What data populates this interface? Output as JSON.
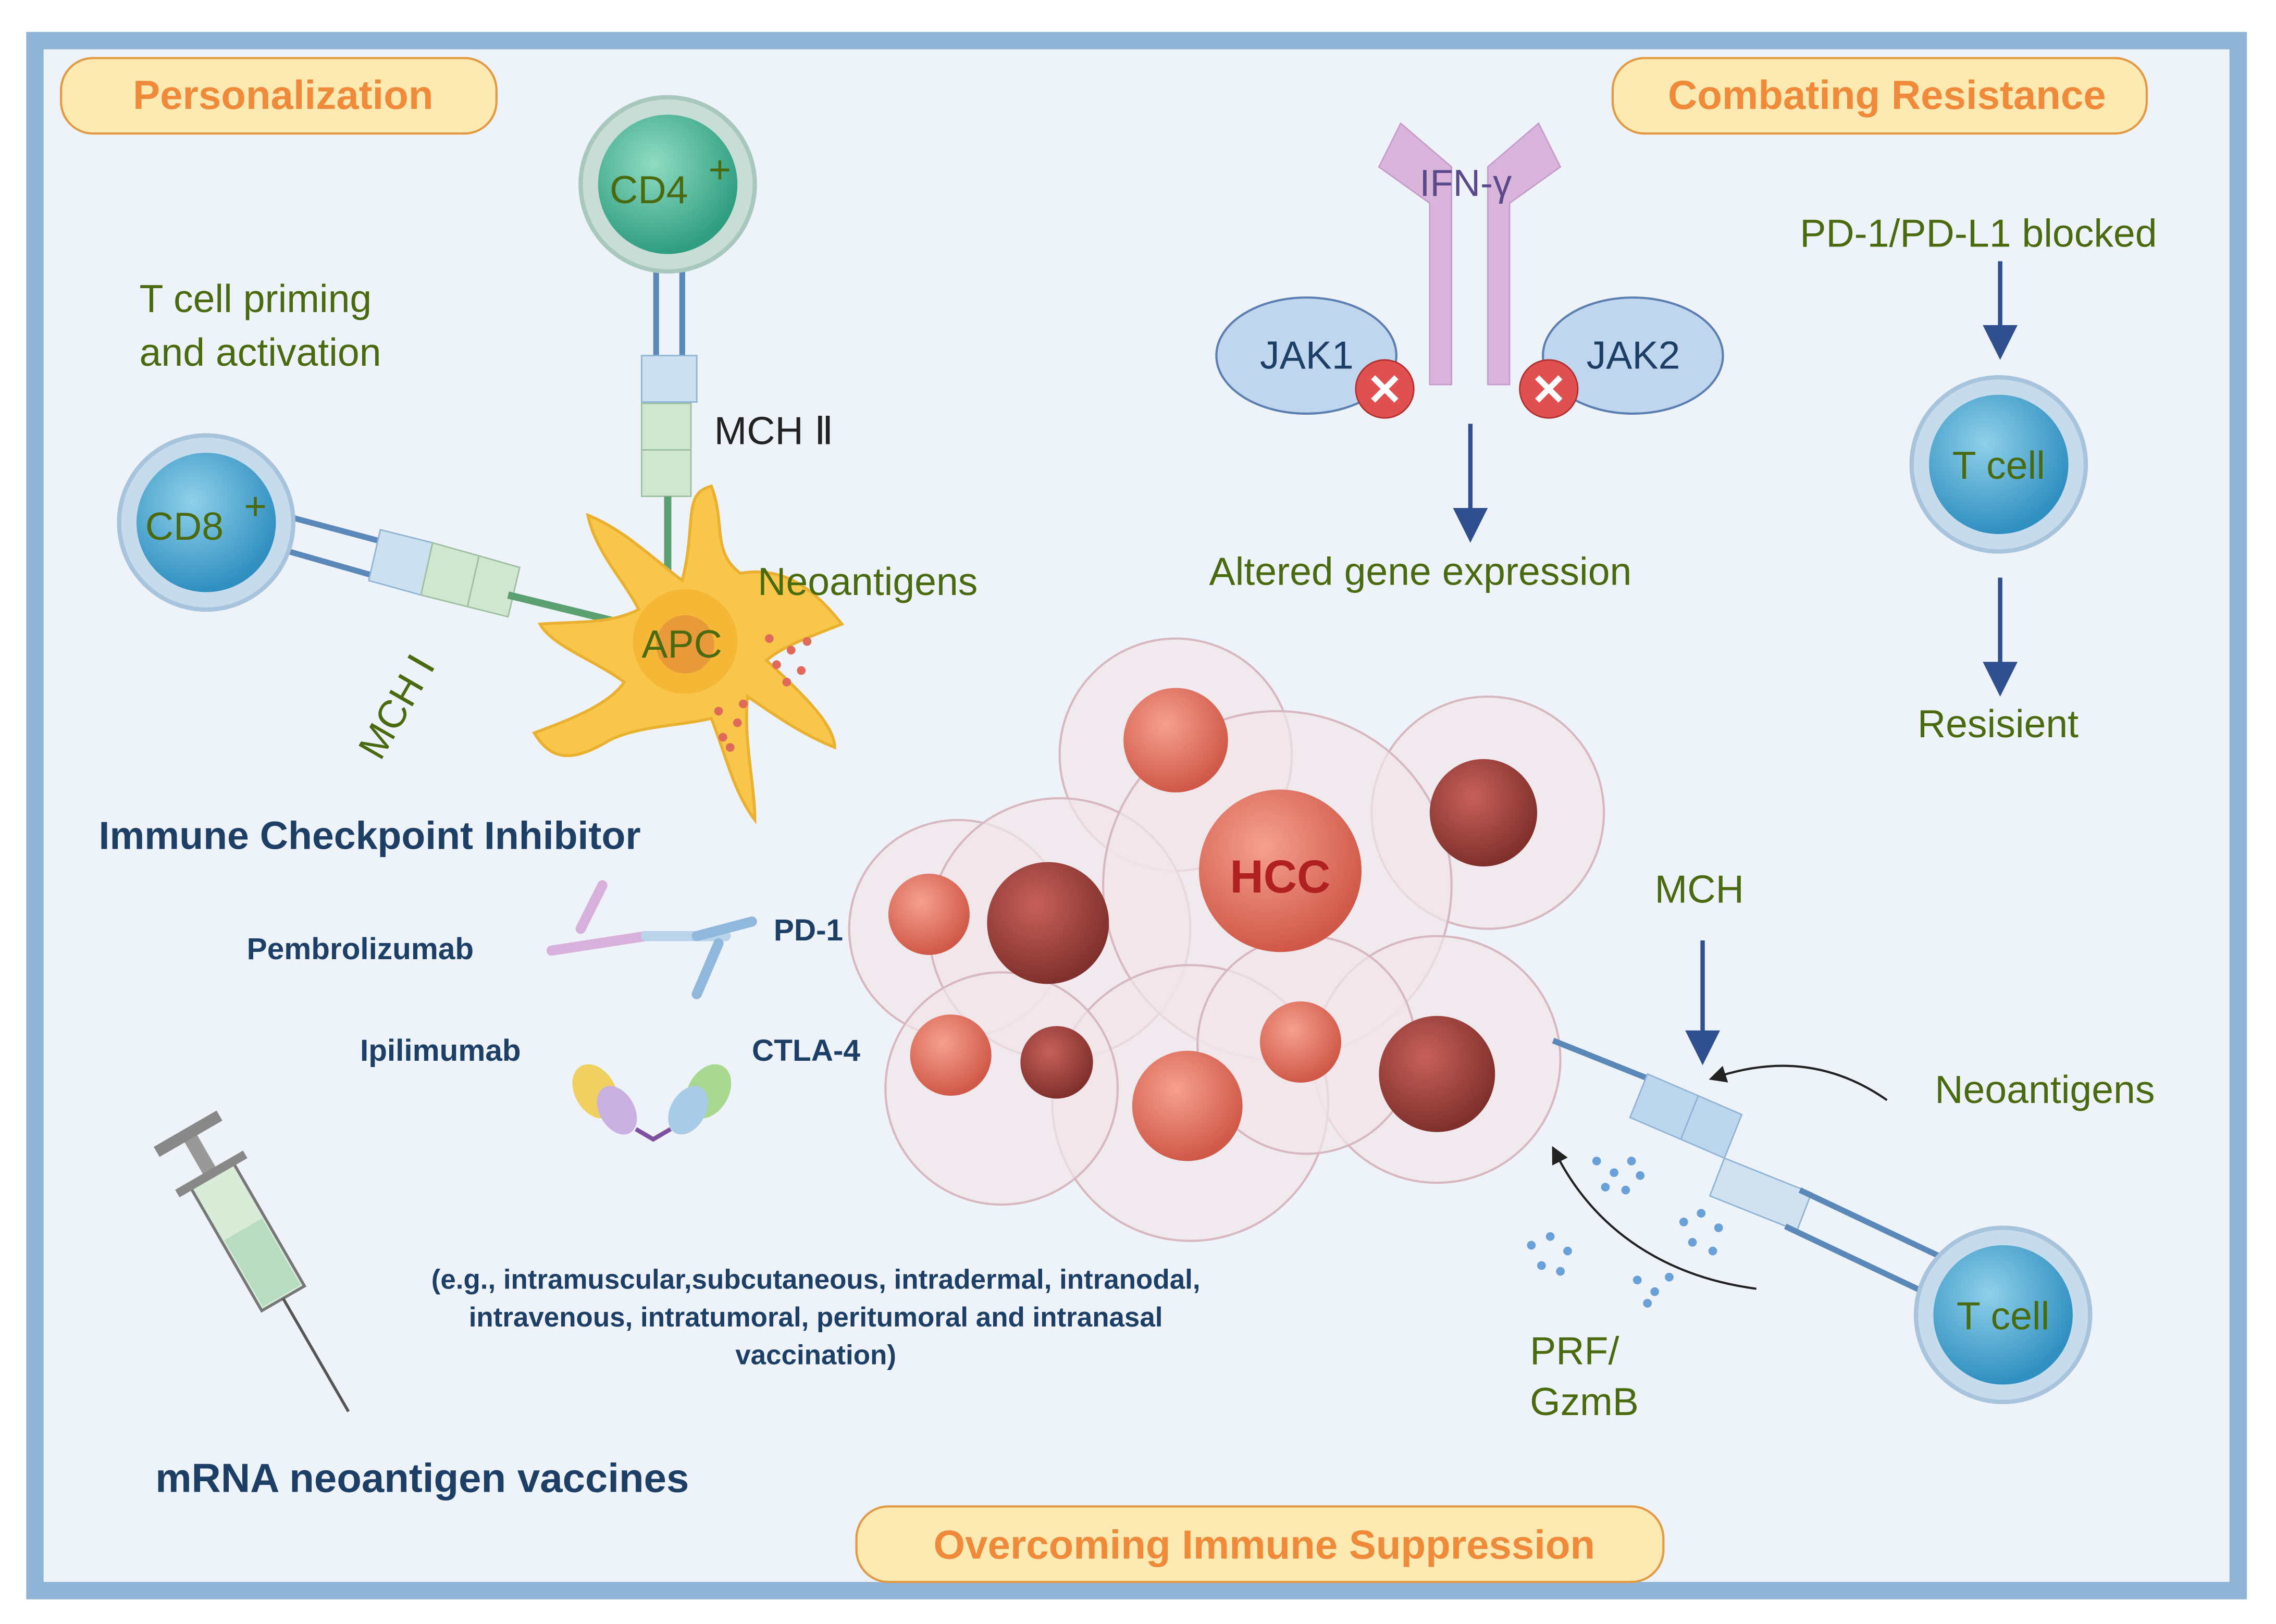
{
  "headers": {
    "personalization": "Personalization",
    "combating_resistance": "Combating Resistance",
    "overcoming_immune_suppression": "Overcoming Immune Suppression"
  },
  "left": {
    "priming_line1": "T cell priming",
    "priming_line2": "and activation",
    "cd4": "CD4",
    "cd8": "CD8",
    "plus": "+",
    "mhc2": "MCH Ⅱ",
    "mhc1": "MCH Ⅰ",
    "apc": "APC",
    "neoantigens": "Neoantigens",
    "ici_title": "Immune Checkpoint Inhibitor",
    "pembrolizumab": "Pembrolizumab",
    "pd1": "PD-1",
    "ipilimumab": "Ipilimumab",
    "ctla4": "CTLA-4",
    "routes_line1": "(e.g., intramuscular,subcutaneous, intradermal, intranodal,",
    "routes_line2": "intravenous, intratumoral, peritumoral and intranasal",
    "routes_line3": "vaccination)",
    "vaccine_title": "mRNA neoantigen vaccines"
  },
  "top_center": {
    "ifn": "IFN-γ",
    "jak1": "JAK1",
    "jak2": "JAK2",
    "altered": "Altered gene  expression"
  },
  "top_right": {
    "blocked": "PD-1/PD-L1 blocked",
    "tcell": "T cell",
    "resistant": "Resisient"
  },
  "tumor": {
    "label": "HCC"
  },
  "bottom_right": {
    "mch": "MCH",
    "neoantigens": "Neoantigens",
    "prf": "PRF/",
    "gzmb": "GzmB",
    "tcell": "T cell"
  },
  "colors": {
    "border": "#8fb4d6",
    "background": "#eef3f9",
    "pill": "#fdeab2",
    "pill_text": "#ee8a3a",
    "label_green": "#4a6a10",
    "label_blue": "#1d3f66"
  }
}
